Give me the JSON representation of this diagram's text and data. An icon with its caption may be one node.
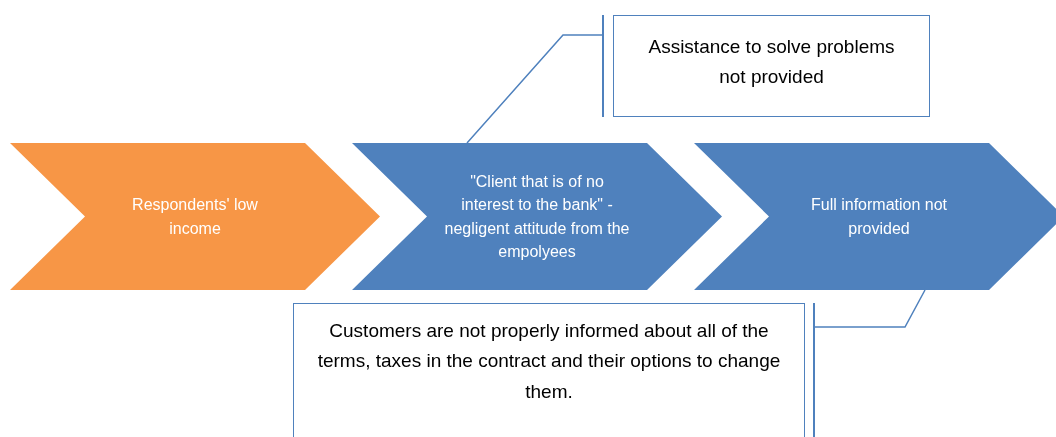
{
  "diagram": {
    "nodes": [
      {
        "text": [
          "Respondents' low income"
        ]
      },
      {
        "text": [
          "\"Client that is of no interest to the bank\" - negligent attitude from the empolyees"
        ]
      },
      {
        "text": [
          "Full information not provided"
        ]
      },
      {
        "text": [
          "Assistance to solve problems not provided"
        ]
      },
      {
        "text": [
          "Customers are not properly informed about all of the terms, taxes in the contract and their options to change them."
        ]
      }
    ],
    "edges": [
      {
        "from": 3,
        "to": 1,
        "arrow": "none"
      },
      {
        "from": 4,
        "to": 2,
        "arrow": "none"
      }
    ]
  }
}
